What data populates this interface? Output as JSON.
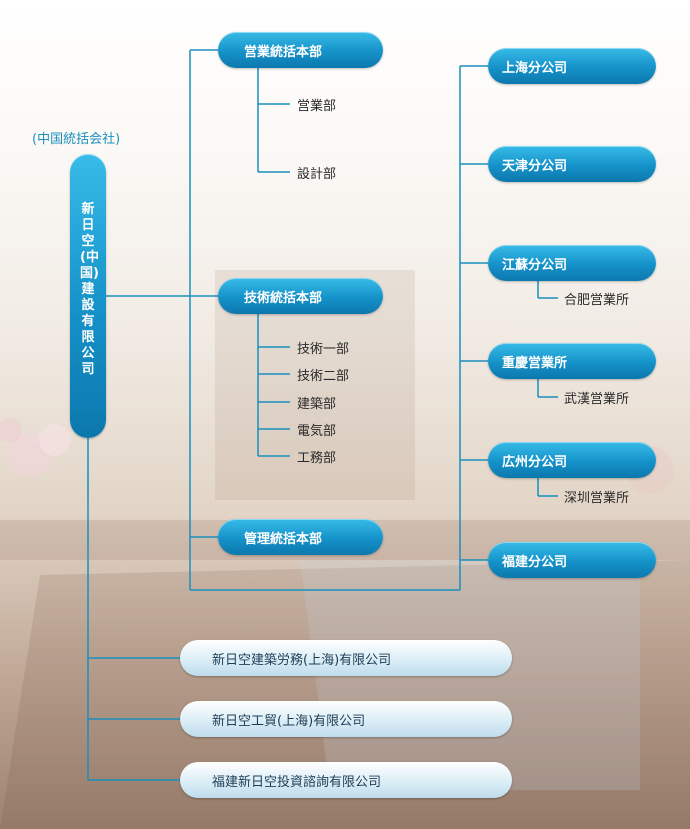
{
  "root": {
    "note": "(中国統括会社)",
    "name": "新日空(中国)建設有限公司"
  },
  "headquarters": [
    {
      "name": "営業統括本部",
      "departments": [
        "営業部",
        "設計部"
      ]
    },
    {
      "name": "技術統括本部",
      "departments": [
        "技術一部",
        "技術二部",
        "建築部",
        "電気部",
        "工務部"
      ]
    },
    {
      "name": "管理統括本部",
      "departments": []
    }
  ],
  "branches": [
    {
      "name": "上海分公司",
      "office": ""
    },
    {
      "name": "天津分公司",
      "office": ""
    },
    {
      "name": "江蘇分公司",
      "office": "合肥営業所"
    },
    {
      "name": "重慶営業所",
      "office": "武漢営業所"
    },
    {
      "name": "広州分公司",
      "office": "深圳営業所"
    },
    {
      "name": "福建分公司",
      "office": ""
    }
  ],
  "subsidiaries": [
    "新日空建築労務(上海)有限公司",
    "新日空工貿(上海)有限公司",
    "福建新日空投資諮詢有限公司"
  ],
  "colors": {
    "line": "#1a8fbd",
    "pill": "#1592c9",
    "text": "#2a2a2a"
  }
}
